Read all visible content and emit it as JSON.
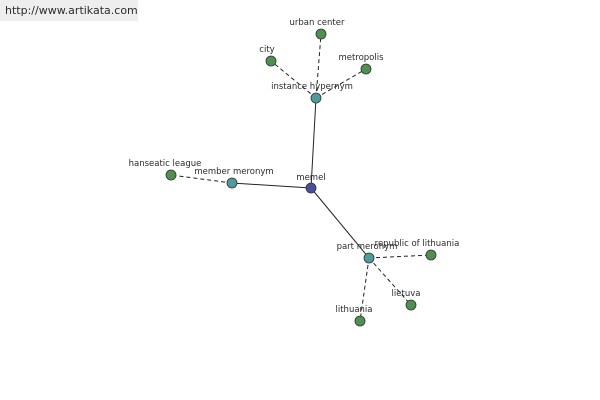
{
  "watermark": "http://www.artikata.com",
  "colors": {
    "center": "#4a4f9b",
    "relation": "#4f9a9a",
    "leaf": "#4f8f4f",
    "edge": "#222222"
  },
  "graph": {
    "nodes": [
      {
        "id": "memel",
        "label": "memel",
        "kind": "center"
      },
      {
        "id": "instance-hypernym",
        "label": "instance hypernym",
        "kind": "relation"
      },
      {
        "id": "member-meronym",
        "label": "member meronym",
        "kind": "relation"
      },
      {
        "id": "part-meronym",
        "label": "part meronym",
        "kind": "relation"
      },
      {
        "id": "urban-center",
        "label": "urban center",
        "kind": "leaf"
      },
      {
        "id": "city",
        "label": "city",
        "kind": "leaf"
      },
      {
        "id": "metropolis",
        "label": "metropolis",
        "kind": "leaf"
      },
      {
        "id": "hanseatic-league",
        "label": "hanseatic league",
        "kind": "leaf"
      },
      {
        "id": "republic-of-lithuania",
        "label": "republic of lithuania",
        "kind": "leaf"
      },
      {
        "id": "lietuva",
        "label": "lietuva",
        "kind": "leaf"
      },
      {
        "id": "lithuania",
        "label": "lithuania",
        "kind": "leaf"
      }
    ],
    "edges": [
      {
        "from": "memel",
        "to": "instance-hypernym",
        "style": "solid"
      },
      {
        "from": "memel",
        "to": "member-meronym",
        "style": "solid"
      },
      {
        "from": "memel",
        "to": "part-meronym",
        "style": "solid"
      },
      {
        "from": "instance-hypernym",
        "to": "urban-center",
        "style": "dashed"
      },
      {
        "from": "instance-hypernym",
        "to": "city",
        "style": "dashed"
      },
      {
        "from": "instance-hypernym",
        "to": "metropolis",
        "style": "dashed"
      },
      {
        "from": "member-meronym",
        "to": "hanseatic-league",
        "style": "dashed"
      },
      {
        "from": "part-meronym",
        "to": "republic-of-lithuania",
        "style": "dashed"
      },
      {
        "from": "part-meronym",
        "to": "lietuva",
        "style": "dashed"
      },
      {
        "from": "part-meronym",
        "to": "lithuania",
        "style": "dashed"
      }
    ]
  }
}
